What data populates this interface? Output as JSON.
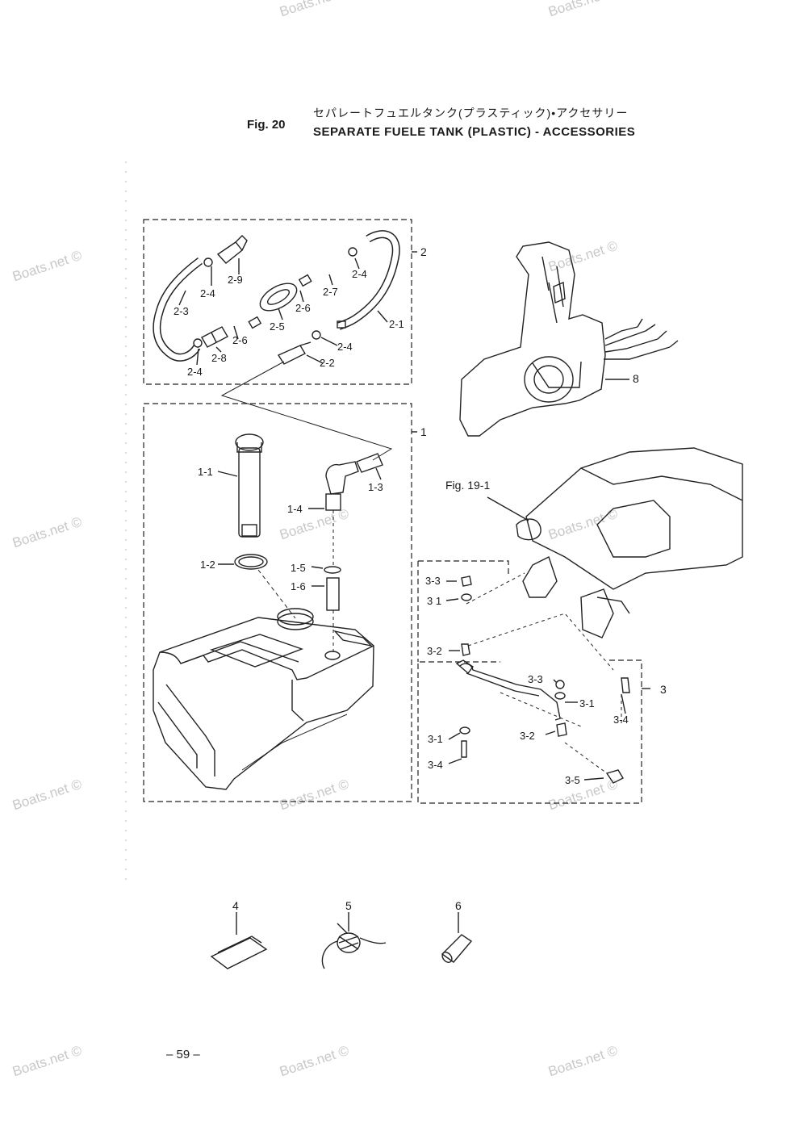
{
  "header": {
    "fig_label": "Fig. 20",
    "title_jp": "セパレートフュエルタンク(プラスティック)•アクセサリー",
    "title_en": "SEPARATE FUELE TANK (PLASTIC) - ACCESSORIES"
  },
  "watermark": {
    "text": "Boats.net ©",
    "color": "#c8c8c8"
  },
  "callouts": {
    "c2_9": "2-9",
    "c2_4a": "2-4",
    "c2_4b": "2-4",
    "c2_4c": "2-4",
    "c2_4d": "2-4",
    "c2_3": "2-3",
    "c2_5": "2-5",
    "c2_6a": "2-6",
    "c2_6b": "2-6",
    "c2_7": "2-7",
    "c2_8": "2-8",
    "c2_1": "2-1",
    "c2_2": "2-2",
    "c2": "2",
    "c1": "1",
    "c1_1": "1-1",
    "c1_2": "1-2",
    "c1_3": "1-3",
    "c1_4": "1-4",
    "c1_5": "1-5",
    "c1_6": "1-6",
    "c8": "8",
    "fig19": "Fig. 19-1",
    "c3_3a": "3-3",
    "c3_1a": "3 1",
    "c3_2a": "3-2",
    "c3_3b": "3-3",
    "c3_1b": "3-1",
    "c3_1c": "3-1",
    "c3_2b": "3-2",
    "c3_4a": "3-4",
    "c3_4b": "3-4",
    "c3_5": "3-5",
    "c3": "3",
    "c4": "4",
    "c5": "5",
    "c6": "6"
  },
  "page_number": "– 59 –"
}
